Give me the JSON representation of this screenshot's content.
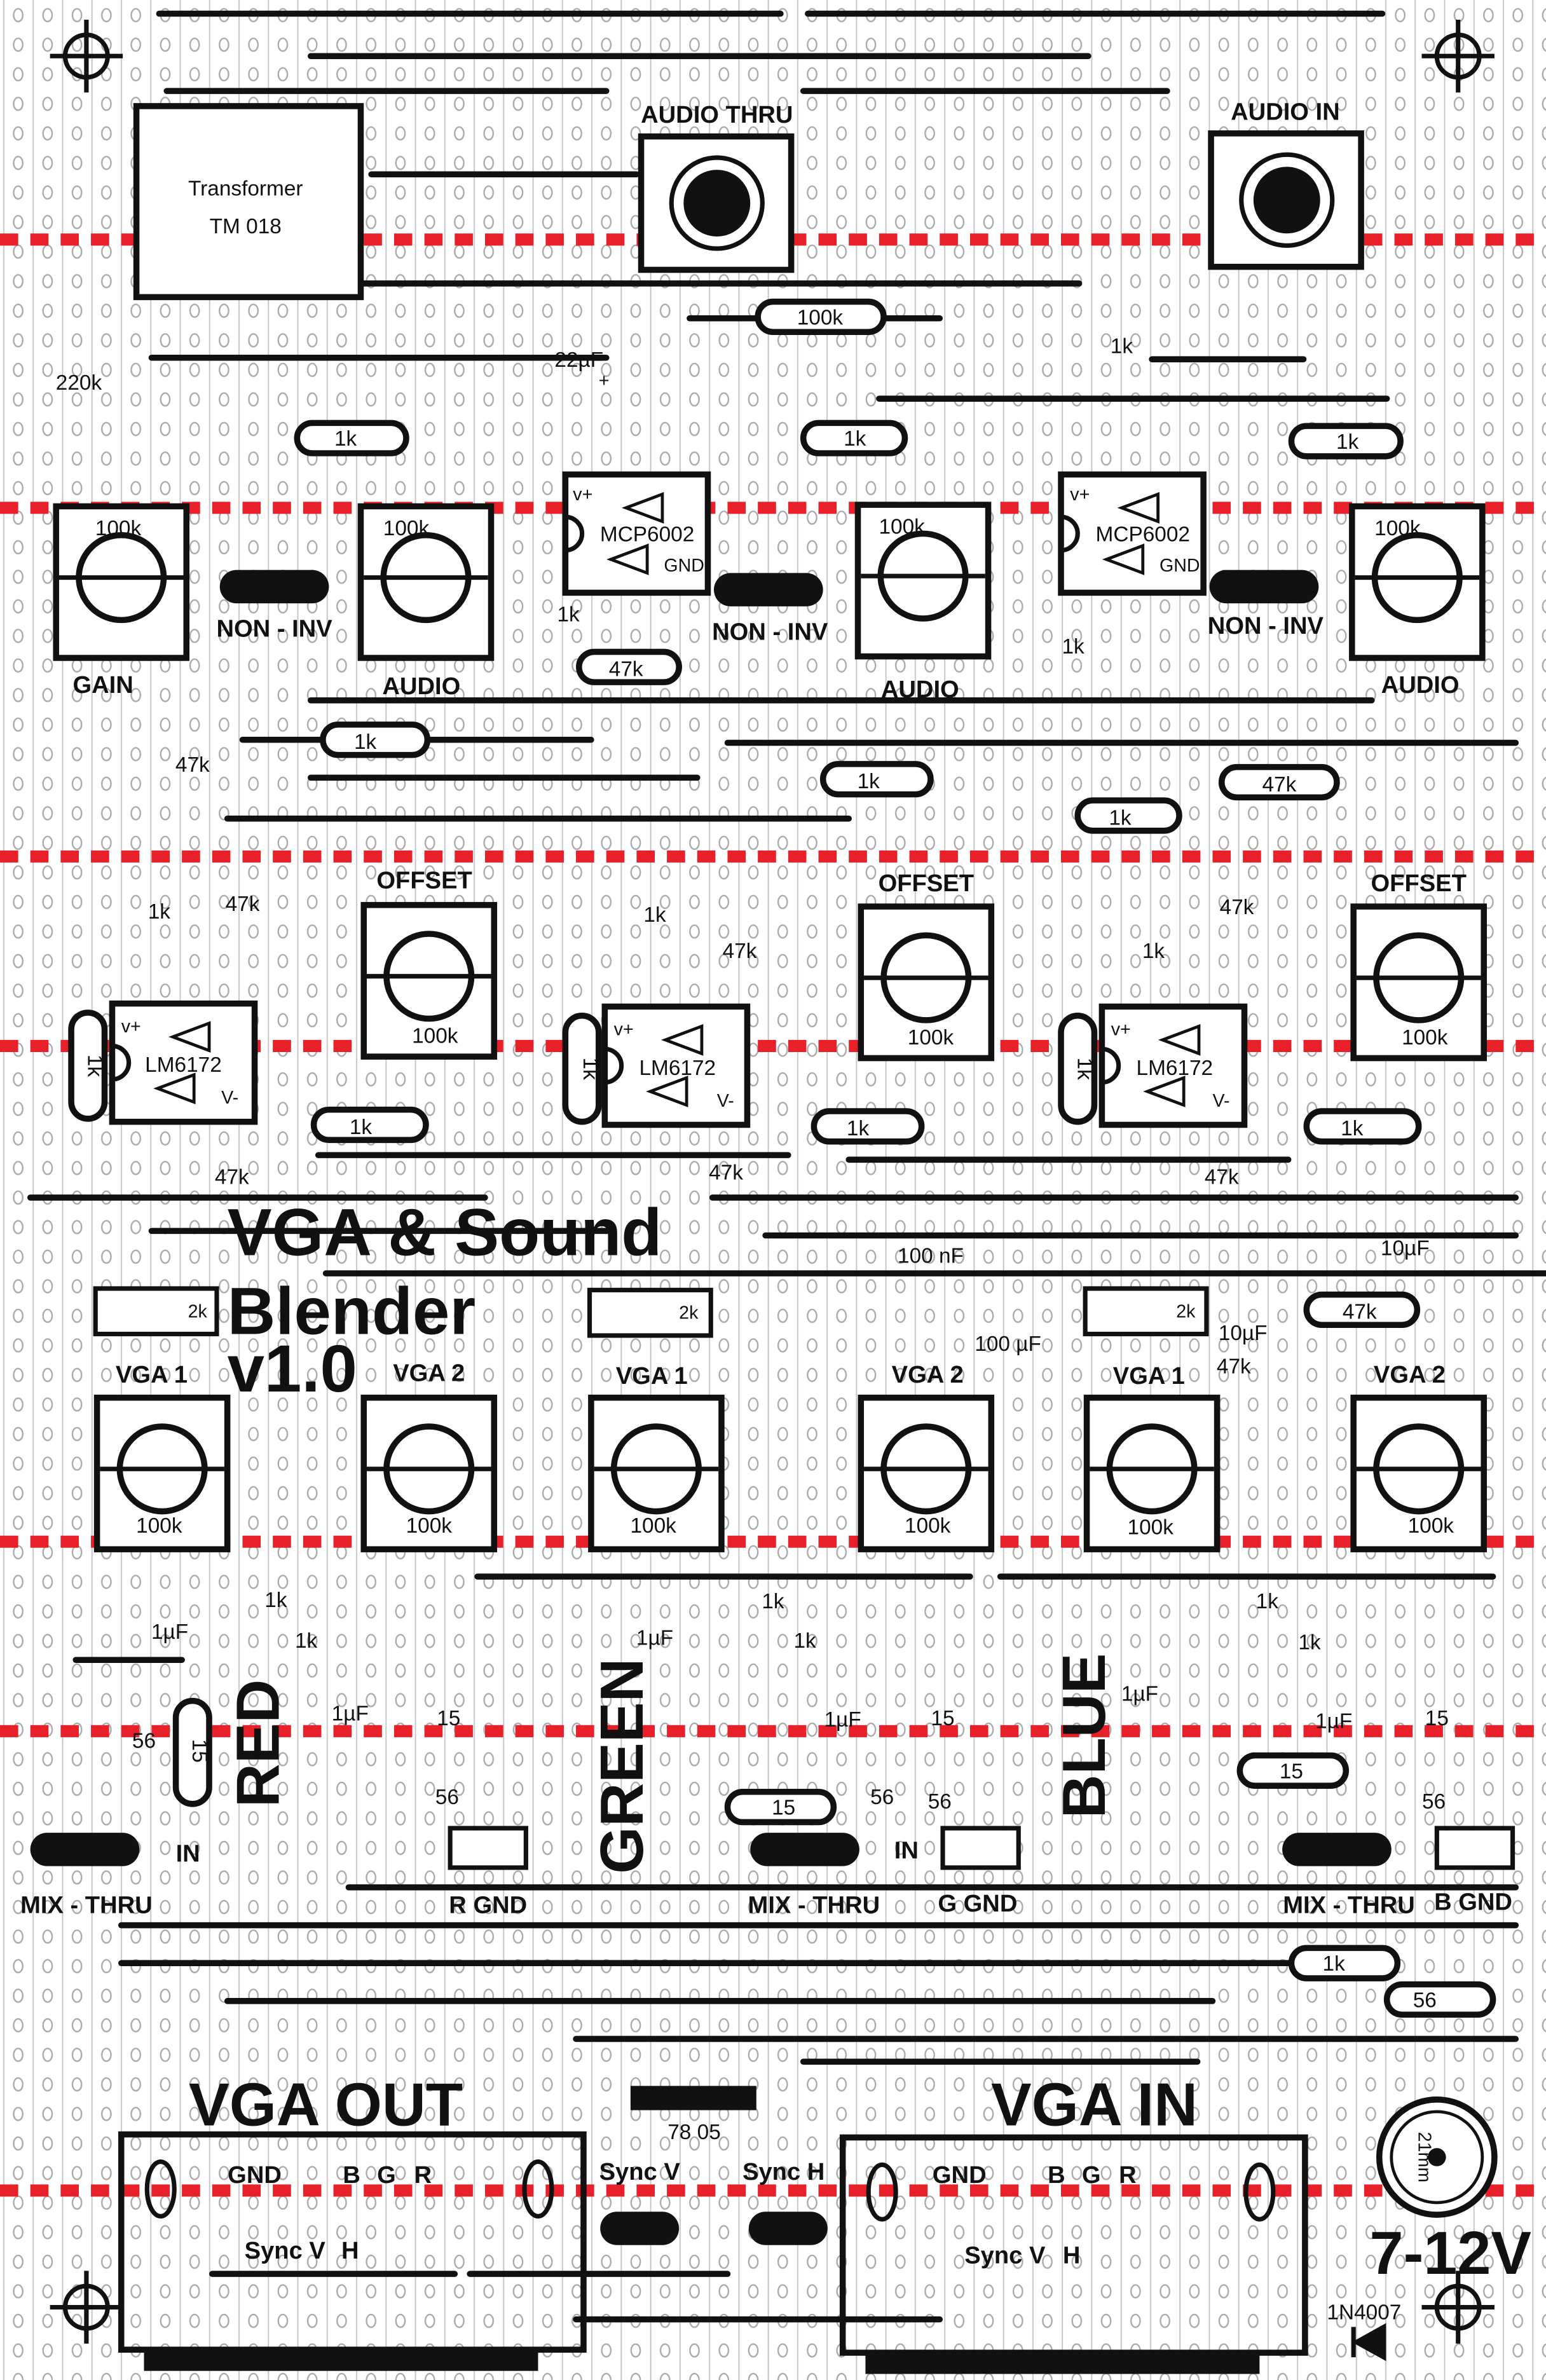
{
  "title": {
    "line1": "VGA & Sound",
    "line2": "Blender",
    "line3": "v1.0"
  },
  "transformer": {
    "name": "Transformer",
    "model": "TM 018"
  },
  "jacks": {
    "audio_thru": "AUDIO THRU",
    "audio_in": "AUDIO IN"
  },
  "audio_stage": {
    "r_top": "100k",
    "r_1k_right": "1k",
    "cap_22": "22µF",
    "cap_plus": "+",
    "r_220k": "220k",
    "r_1k_a": "1k",
    "r_1k_b": "1k",
    "r_1k_c": "1k",
    "pot_values": [
      "100k",
      "100k",
      "100k",
      "100k"
    ],
    "pot_names": [
      "GAIN",
      "AUDIO",
      "AUDIO",
      "AUDIO"
    ],
    "chip": "MCP6002",
    "chip_vplus": "v+",
    "chip_gnd": "GND",
    "jumper_label": "NON - INV",
    "r_1k_d": "1k",
    "r_1k_e": "1k",
    "r_47k": "47k"
  },
  "offset_stage": {
    "offset_label": "OFFSET",
    "pot_value": "100k",
    "chip": "LM6172",
    "chip_vplus": "v+",
    "chip_vminus": "V-",
    "r_1k": "1k",
    "r_47k": "47k",
    "r_top_1k_a": "1k",
    "r_top_47k": "47k",
    "r_top_1k_b": "1k",
    "r_1k_mid": "1k",
    "r_47k_left": "47k"
  },
  "power_caps": {
    "c100n": "100 nF",
    "c100u": "100 µF",
    "c10u_a": "10µF",
    "c10u_b": "10µF",
    "r47k": "47k",
    "r47k_b": "47k"
  },
  "mixer": {
    "trim": "2k",
    "vga1": "VGA 1",
    "vga2": "VGA 2",
    "pot_value": "100k",
    "r1k": "1k",
    "c1u": "1µF",
    "r15": "15",
    "r56": "56",
    "plus": "+",
    "mix_thru": "MIX - THRU",
    "in": "IN",
    "red": "RED",
    "green": "GREEN",
    "blue": "BLUE",
    "r_gnd": "R GND",
    "g_gnd": "G GND",
    "b_gnd": "B GND"
  },
  "bottom": {
    "r1k": "1k",
    "r56": "56",
    "vga_out": "VGA OUT",
    "vga_in": "VGA IN",
    "regulator": "78 05",
    "gnd": "GND",
    "b": "B",
    "g": "G",
    "r": "R",
    "sync_v": "Sync V",
    "h": "H",
    "sync_v_jumper": "Sync V",
    "sync_h_jumper": "Sync H",
    "dc_jack": "21mm",
    "voltage": "7-12V",
    "diode": "1N4007"
  },
  "colors": {
    "cut_line": "#e8202a",
    "ink": "#111111",
    "strip": "#bdbdbd"
  }
}
